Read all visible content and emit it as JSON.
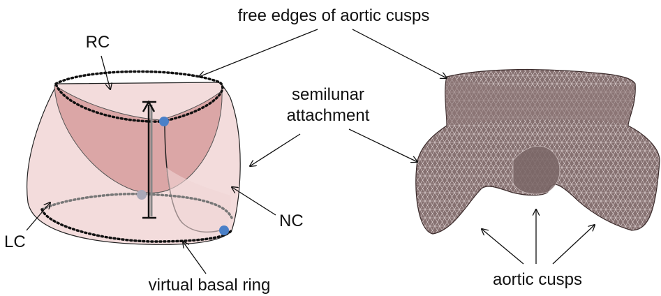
{
  "labels": {
    "free_edges": "free edges of aortic cusps",
    "rc": "RC",
    "semilunar_1": "semilunar",
    "semilunar_2": "attachment",
    "lc": "LC",
    "nc": "NC",
    "virtual_basal_ring": "virtual basal ring",
    "aortic_cusps": "aortic cusps"
  },
  "colors": {
    "cusp_fill": "#f3dcdc",
    "rc_fill": "#d9a3a3",
    "mesh_fill": "#8a7474",
    "mesh_line": "#d9cccc",
    "marker_dot": "#4a80c8",
    "gray_dot": "#a9a9b8"
  }
}
